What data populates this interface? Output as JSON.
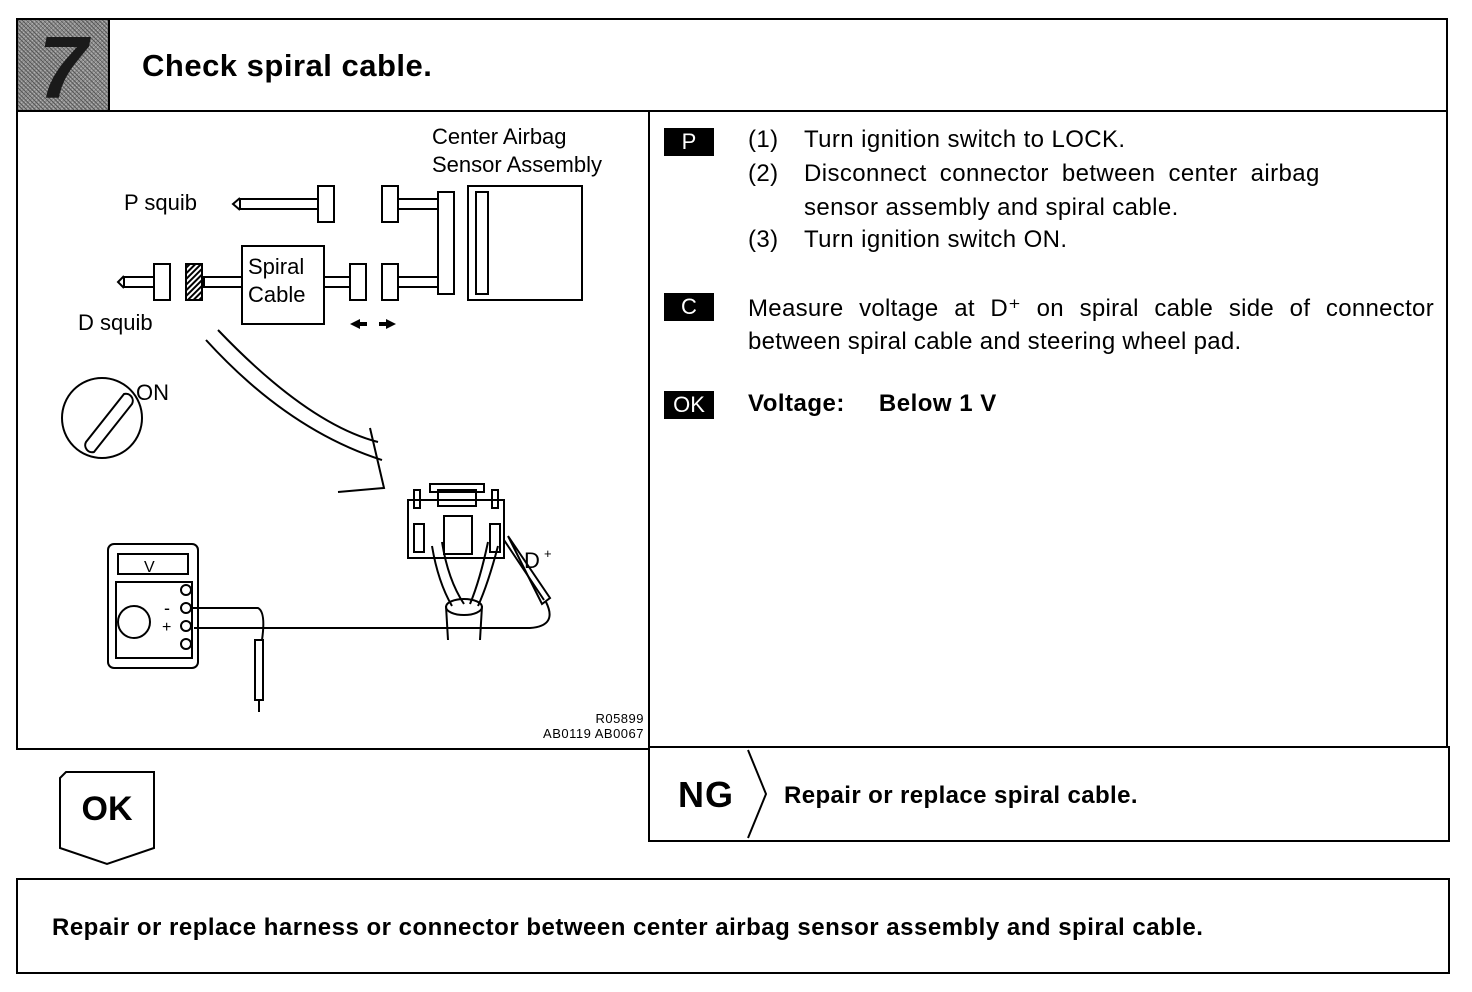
{
  "header": {
    "step_number": "7",
    "title": "Check spiral cable."
  },
  "diagram": {
    "center_airbag_line1": "Center Airbag",
    "center_airbag_line2": "Sensor Assembly",
    "p_squib": "P squib",
    "d_squib": "D squib",
    "spiral_cable_line1": "Spiral",
    "spiral_cable_line2": "Cable",
    "ignition_on": "ON",
    "meter_unit": "V",
    "meter_minus": "-",
    "meter_plus": "+",
    "terminal_label": "D",
    "terminal_sup": "+",
    "ref_code_1": "R05899",
    "ref_code_2": "AB0119 AB0067"
  },
  "instructions": {
    "prepare_badge": "P",
    "steps": [
      {
        "index": "(1)",
        "text": "Turn ignition switch to LOCK."
      },
      {
        "index": "(2)",
        "text": "Disconnect connector between center airbag",
        "text_cont": "sensor assembly and spiral cable."
      },
      {
        "index": "(3)",
        "text": "Turn ignition switch ON."
      }
    ],
    "check_badge": "C",
    "measure_text": "Measure voltage at D⁺ on spiral cable side of connector between spiral cable and steering wheel pad.",
    "ok_badge": "OK",
    "voltage_label": "Voltage:",
    "voltage_value": "Below 1 V"
  },
  "ok_branch": {
    "label": "OK"
  },
  "ng_branch": {
    "label": "NG",
    "text": "Repair or replace spiral cable."
  },
  "result": {
    "text": "Repair or replace harness or connector between center airbag sensor assembly and spiral cable."
  }
}
